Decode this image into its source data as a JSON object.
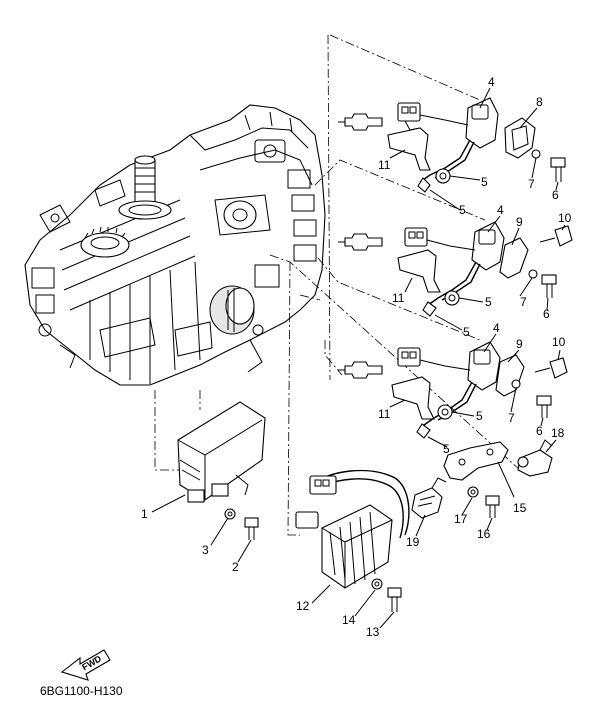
{
  "diagram": {
    "code": "6BG1100-H130",
    "fwd_label": "FWD",
    "callouts": {
      "c1": "1",
      "c2": "2",
      "c3": "3",
      "c4a": "4",
      "c4b": "4",
      "c4c": "4",
      "c5a": "5",
      "c5b": "5",
      "c5c": "5",
      "c5d": "5",
      "c5e": "5",
      "c5f": "5",
      "c6a": "6",
      "c6b": "6",
      "c6c": "6",
      "c7a": "7",
      "c7b": "7",
      "c7c": "7",
      "c8": "8",
      "c9a": "9",
      "c9b": "9",
      "c10a": "10",
      "c10b": "10",
      "c11a": "11",
      "c11b": "11",
      "c11c": "11",
      "c12": "12",
      "c13": "13",
      "c14": "14",
      "c15": "15",
      "c16": "16",
      "c17": "17",
      "c18": "18",
      "c19": "19"
    }
  }
}
